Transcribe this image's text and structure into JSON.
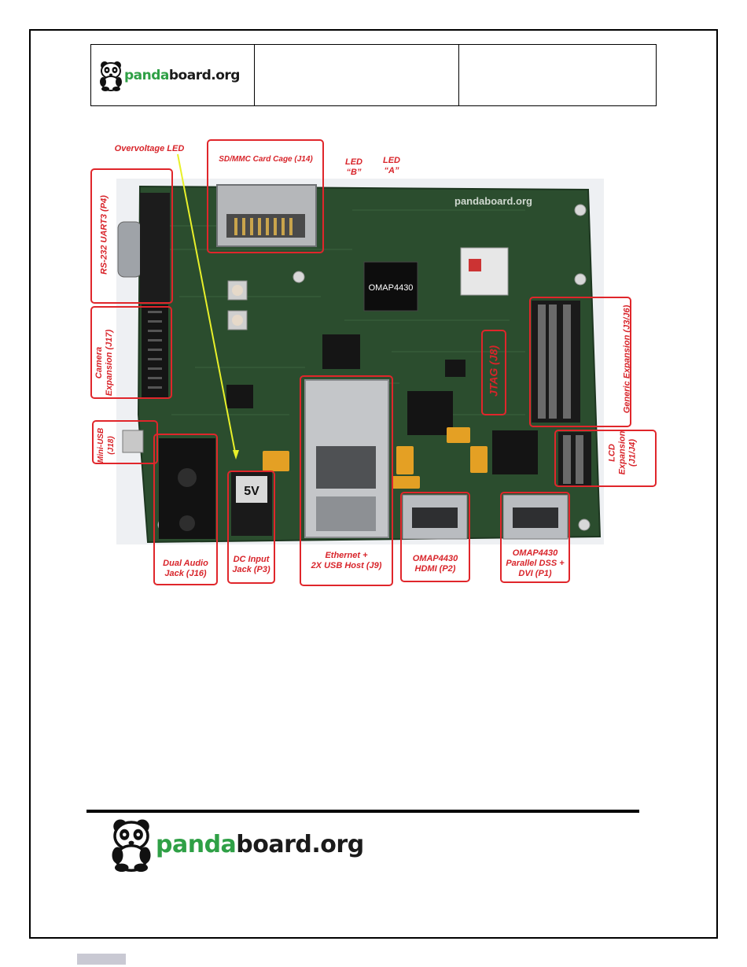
{
  "header": {
    "logo_text_a": "panda",
    "logo_text_b": "board.org",
    "col2": "",
    "col3": ""
  },
  "figure": {
    "chip_label": "OMAP4430",
    "callouts": {
      "overvoltage": "Overvoltage LED",
      "sdmmc": "SD/MMC Card Cage (J14)",
      "led_b": "LED\n“B”",
      "led_a": "LED\n“A”",
      "rs232": "RS-232 UART3 (P4)",
      "camera": "Camera\nExpansion (J17)",
      "mini_usb": "Mini-USB\n(J18)",
      "jtag": "JTAG (J8)",
      "generic_exp": "Generic Expansion (J3/J6)",
      "lcd_exp": "LCD\nExpansion\n(J1/J4)",
      "audio": "Dual Audio\nJack (J16)",
      "dc": "DC Input\nJack (P3)",
      "ethernet": "Ethernet +\n2X USB Host (J9)",
      "hdmi": "OMAP4430\nHDMI (P2)",
      "dvi": "OMAP4430\nParallel DSS +\nDVI (P1)"
    },
    "colors": {
      "callout": "#e0262b",
      "board": "#2b4d2e",
      "logo_green": "#2fa046"
    }
  },
  "footer": {
    "logo_text_a": "panda",
    "logo_text_b": "board.org"
  }
}
